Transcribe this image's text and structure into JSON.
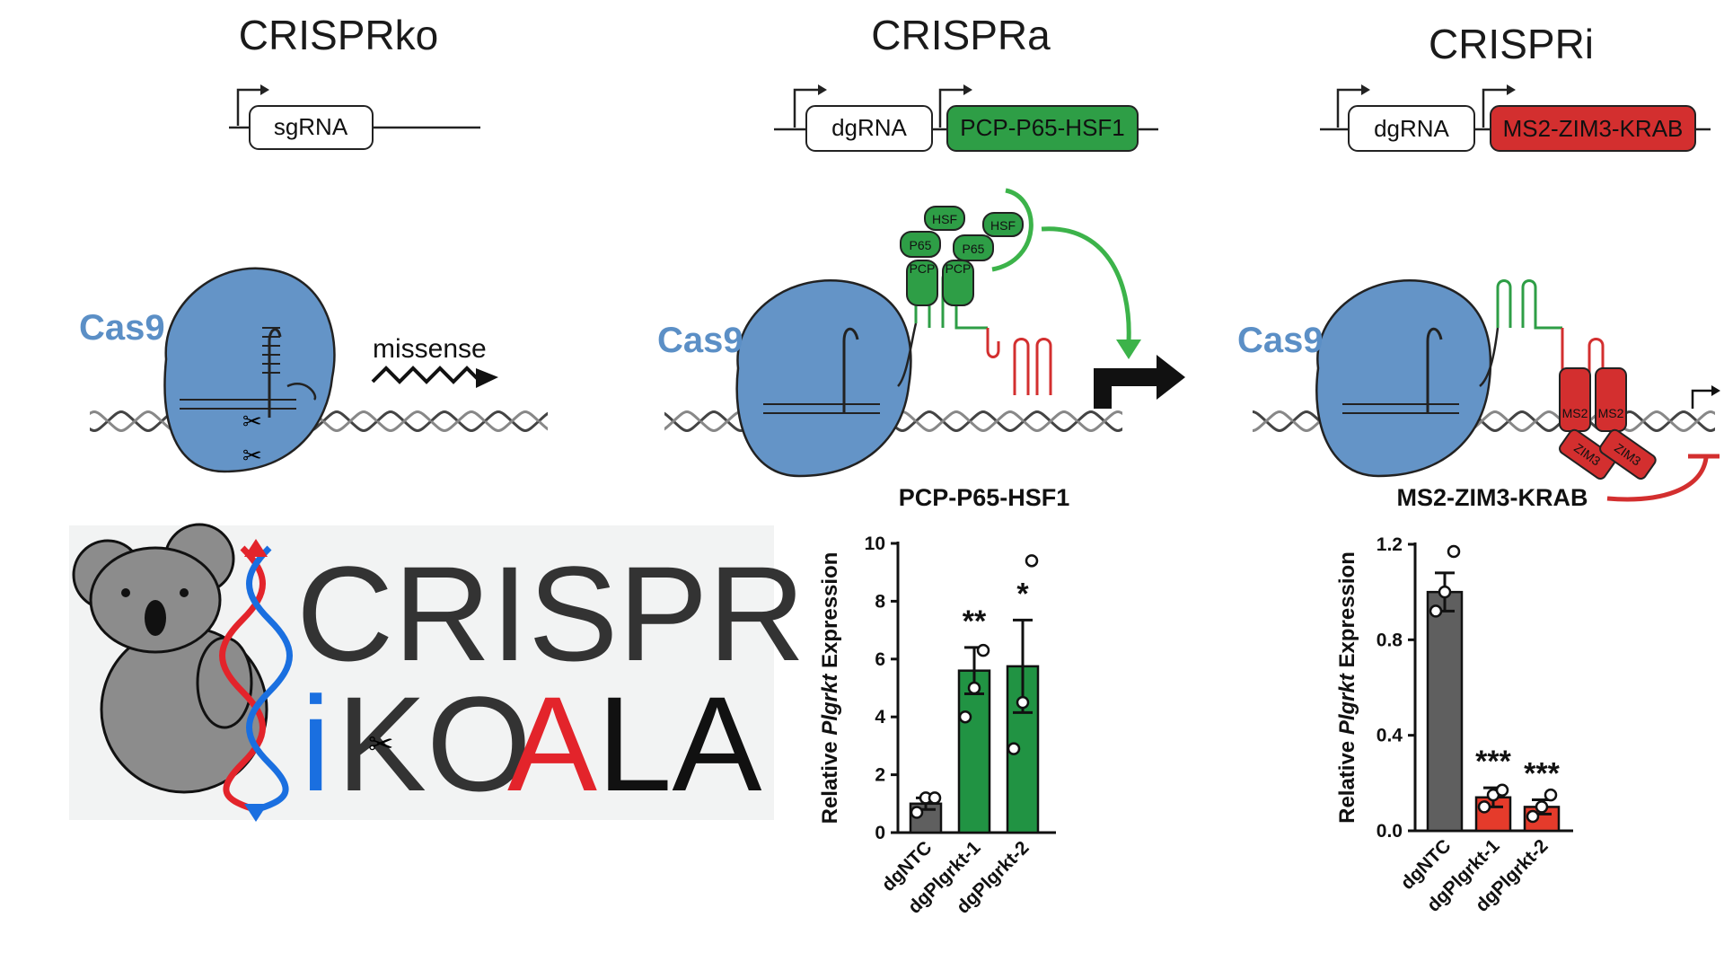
{
  "panels": {
    "ko": {
      "title": "CRISPRko",
      "guide": "sgRNA",
      "cas9": "Cas9",
      "effect": "missense"
    },
    "a": {
      "title": "CRISPRa",
      "guide": "dgRNA",
      "effector": "PCP-P65-HSF1",
      "cas9": "Cas9",
      "proteins": {
        "hsf": "HSF",
        "p65": "P65",
        "pcp": "PCP"
      }
    },
    "i": {
      "title": "CRISPRi",
      "guide": "dgRNA",
      "effector": "MS2-ZIM3-KRAB",
      "cas9": "Cas9",
      "proteins": {
        "ms2": "MS2",
        "zim3": "ZIM3"
      }
    }
  },
  "logo": {
    "word1": "CRISPR",
    "i": "i",
    "ko": "KO",
    "a": "A",
    "la": "LA"
  },
  "colors": {
    "cas9": "#6494c7",
    "green": "#2e9e46",
    "red": "#d32f2f",
    "logo_blue": "#1a6fe0",
    "grey_bar": "#5f5f5f"
  },
  "chart_data": [
    {
      "type": "bar",
      "title": "PCP-P65-HSF1",
      "ylabel_prefix": "Relative ",
      "ylabel_gene": "Plgrkt",
      "ylabel_suffix": " Expression",
      "categories": [
        "dgNTC",
        "dgPlgrkt-1",
        "dgPlgrkt-2"
      ],
      "values": [
        1.0,
        5.6,
        5.75
      ],
      "errors": [
        0.2,
        0.8,
        1.6
      ],
      "significance": [
        "",
        "**",
        "*"
      ],
      "points": [
        [
          0.7,
          1.2,
          1.2
        ],
        [
          4.0,
          5.0,
          6.3
        ],
        [
          2.9,
          4.5,
          9.4
        ]
      ],
      "colors": [
        "#5f5f5f",
        "#219343",
        "#219343"
      ],
      "ylim": [
        0,
        10
      ],
      "yticks": [
        "0",
        "2",
        "4",
        "6",
        "8",
        "10"
      ]
    },
    {
      "type": "bar",
      "title": "MS2-ZIM3-KRAB",
      "ylabel_prefix": "Relative ",
      "ylabel_gene": "Plgrkt",
      "ylabel_suffix": " Expression",
      "categories": [
        "dgNTC",
        "dgPlgrkt-1",
        "dgPlgrkt-2"
      ],
      "values": [
        1.0,
        0.14,
        0.1
      ],
      "errors": [
        0.08,
        0.04,
        0.03
      ],
      "significance": [
        "",
        "***",
        "***"
      ],
      "points": [
        [
          0.92,
          1.0,
          1.17
        ],
        [
          0.1,
          0.15,
          0.17
        ],
        [
          0.06,
          0.1,
          0.15
        ]
      ],
      "colors": [
        "#5f5f5f",
        "#e53b2b",
        "#e53b2b"
      ],
      "ylim": [
        0,
        1.2
      ],
      "yticks": [
        "0.0",
        "0.4",
        "0.8",
        "1.2"
      ]
    }
  ]
}
